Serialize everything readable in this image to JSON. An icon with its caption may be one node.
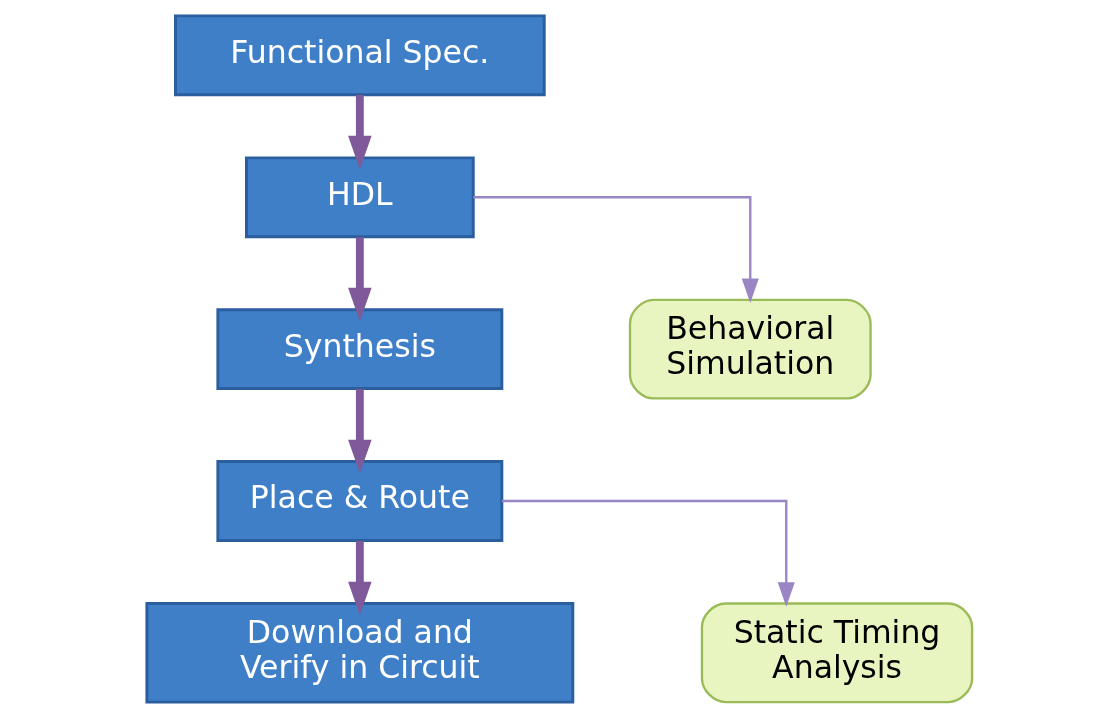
{
  "diagram": {
    "nodes": [
      {
        "text": [
          "Functional Spec."
        ]
      },
      {
        "text": [
          "HDL"
        ]
      },
      {
        "text": [
          "Synthesis"
        ]
      },
      {
        "text": [
          "Place & Route"
        ]
      },
      {
        "text": [
          "Download and Verify in Circuit"
        ]
      },
      {
        "text": [
          "Behavioral Simulation"
        ]
      },
      {
        "text": [
          "Static Timing Analysis"
        ]
      }
    ],
    "edges": [
      {
        "from": 0,
        "to": 1,
        "arrow": "to"
      },
      {
        "from": 1,
        "to": 2,
        "arrow": "to"
      },
      {
        "from": 2,
        "to": 3,
        "arrow": "to"
      },
      {
        "from": 3,
        "to": 4,
        "arrow": "to"
      },
      {
        "from": 1,
        "to": 5,
        "arrow": "to",
        "color": "#9a86c4"
      },
      {
        "from": 3,
        "to": 6,
        "arrow": "to",
        "color": "#9a86c4"
      }
    ]
  }
}
